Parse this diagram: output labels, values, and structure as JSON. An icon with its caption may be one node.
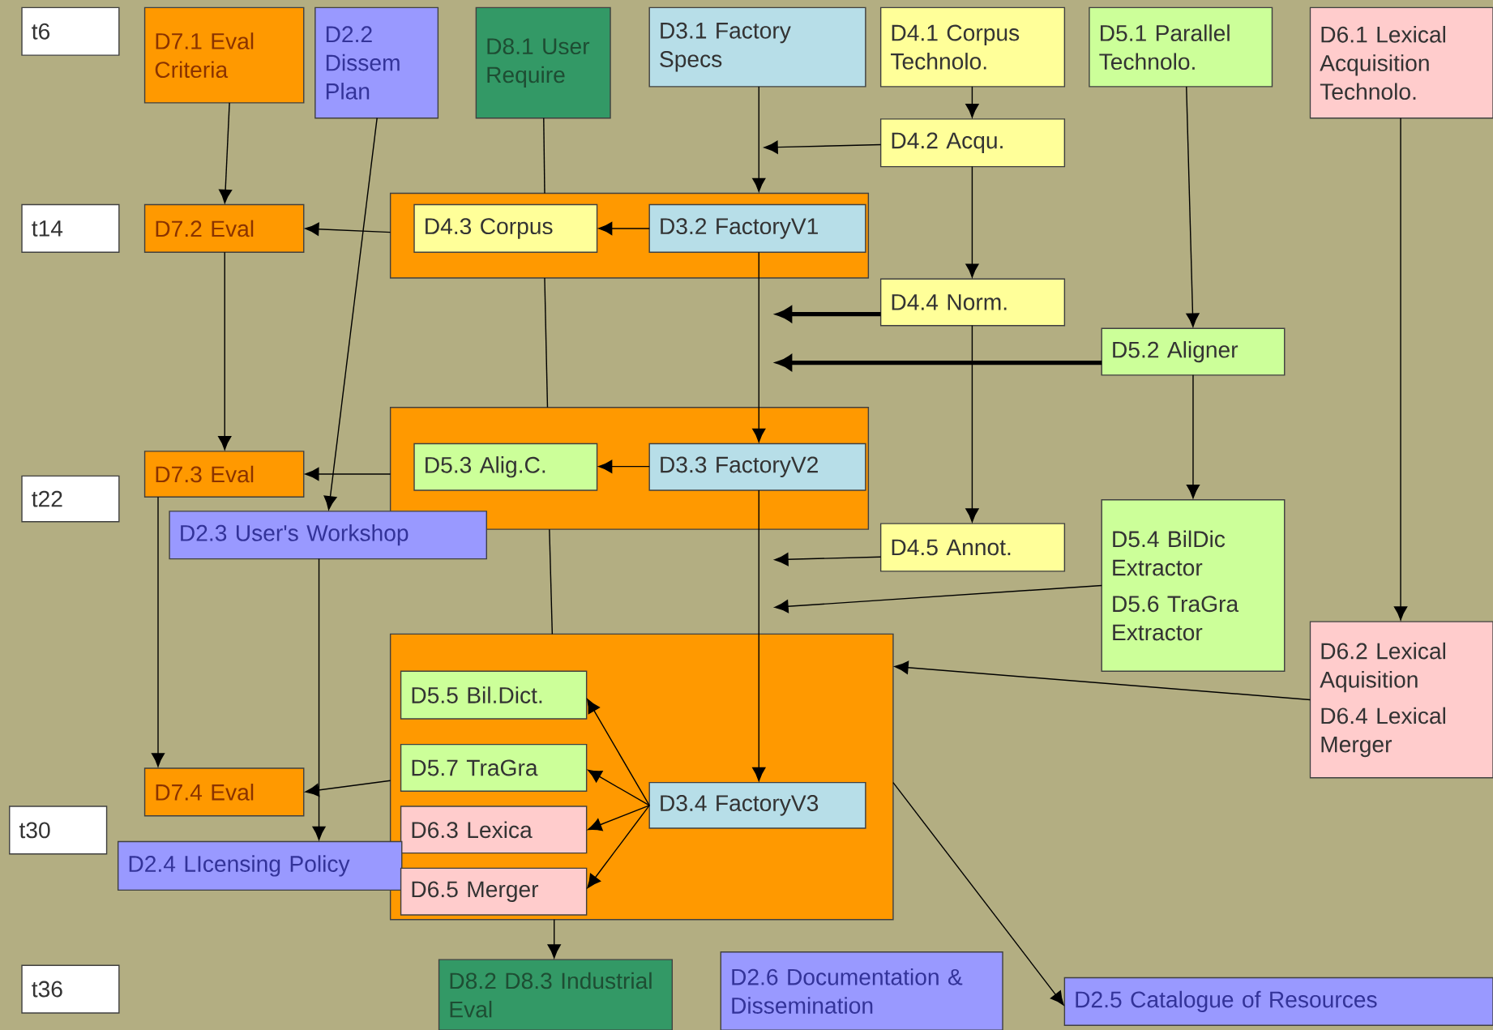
{
  "diagram": {
    "nodes": [
      {
        "text": [
          "t6"
        ]
      },
      {
        "text": [
          "D7.1 Eval Criteria"
        ]
      },
      {
        "text": [
          "D2.2 Dissem Plan"
        ]
      },
      {
        "text": [
          "D8.1 User Require"
        ]
      },
      {
        "text": [
          "D3.1 Factory Specs"
        ]
      },
      {
        "text": [
          "D4.1 Corpus Technolo."
        ]
      },
      {
        "text": [
          "D5.1 Parallel Technolo."
        ]
      },
      {
        "text": [
          "D6.1 Lexical Acquisition Technolo."
        ]
      },
      {
        "text": [
          "D4.2 Acqu."
        ]
      },
      {
        "text": [
          "t14"
        ]
      },
      {
        "text": [
          "D7.2 Eval"
        ]
      },
      {
        "text": [],
        "shape": "box"
      },
      {
        "text": [
          "D4.3 Corpus"
        ],
        "in": 11
      },
      {
        "text": [
          "D3.2 FactoryV1"
        ],
        "in": 11
      },
      {
        "text": [
          "D4.4 Norm."
        ]
      },
      {
        "text": [
          "D5.2 Aligner"
        ]
      },
      {
        "text": [
          "D7.3 Eval"
        ]
      },
      {
        "text": [],
        "shape": "box"
      },
      {
        "text": [
          "D5.3 Alig.C."
        ],
        "in": 17
      },
      {
        "text": [
          "D3.3 FactoryV2"
        ],
        "in": 17
      },
      {
        "text": [
          "t22"
        ]
      },
      {
        "text": [
          "D2.3 User's Workshop"
        ]
      },
      {
        "text": [
          "D4.5 Annot."
        ]
      },
      {
        "text": [
          "D5.4 BilDic Extractor",
          "D5.6 TraGra Extractor"
        ]
      },
      {
        "text": [
          "D6.2 Lexical Aquisition",
          "D6.4 Lexical Merger"
        ]
      },
      {
        "text": [],
        "shape": "box"
      },
      {
        "text": [
          "D5.5 Bil.Dict."
        ],
        "in": 25
      },
      {
        "text": [
          "D5.7 TraGra"
        ],
        "in": 25
      },
      {
        "text": [
          "D7.4 Eval"
        ]
      },
      {
        "text": [
          "D3.4 FactoryV3"
        ],
        "in": 25
      },
      {
        "text": [
          "t30"
        ]
      },
      {
        "text": [
          "D6.3 Lexica"
        ],
        "in": 25
      },
      {
        "text": [
          "D2.4 LIcensing Policy"
        ]
      },
      {
        "text": [
          "D6.5 Merger"
        ],
        "in": 25
      },
      {
        "text": [
          "t36"
        ]
      },
      {
        "text": [
          "D8.2 D8.3 Industrial Eval"
        ]
      },
      {
        "text": [
          "D2.6 Documentation & Dissemination"
        ]
      },
      {
        "text": [
          "D2.5 Catalogue of Resources"
        ]
      }
    ],
    "edges": [
      {
        "from": 4,
        "to": 11,
        "arrow": "to"
      },
      {
        "from": 8,
        "to": null,
        "arrow": "to"
      },
      {
        "from": 5,
        "to": 8,
        "arrow": "to"
      },
      {
        "from": 8,
        "to": 14,
        "arrow": "to"
      },
      {
        "from": 1,
        "to": 10,
        "arrow": "to"
      },
      {
        "from": 11,
        "to": 10,
        "arrow": "to"
      },
      {
        "from": 13,
        "to": 12,
        "arrow": "to"
      },
      {
        "from": 3,
        "to": 11,
        "arrow": "none"
      },
      {
        "from": 13,
        "to": 19,
        "arrow": "to"
      },
      {
        "from": 14,
        "to": null,
        "arrow": "to",
        "style": "thick"
      },
      {
        "from": 15,
        "to": null,
        "arrow": "to",
        "style": "thick"
      },
      {
        "from": 6,
        "to": 15,
        "arrow": "to"
      },
      {
        "from": 7,
        "to": 24,
        "arrow": "to"
      },
      {
        "from": 10,
        "to": 16,
        "arrow": "to"
      },
      {
        "from": 2,
        "to": 21,
        "arrow": "to"
      },
      {
        "from": 17,
        "to": 16,
        "arrow": "to"
      },
      {
        "from": 19,
        "to": 18,
        "arrow": "to"
      },
      {
        "from": 11,
        "to": 17,
        "arrow": "none"
      },
      {
        "from": 14,
        "to": 22,
        "arrow": "to"
      },
      {
        "from": 15,
        "to": 23,
        "arrow": "to"
      },
      {
        "from": 22,
        "to": null,
        "arrow": "to"
      },
      {
        "from": 23,
        "to": null,
        "arrow": "to"
      },
      {
        "from": 24,
        "to": 25,
        "arrow": "to"
      },
      {
        "from": 17,
        "to": 25,
        "arrow": "none"
      },
      {
        "from": 19,
        "to": 29,
        "arrow": "to"
      },
      {
        "from": 16,
        "to": 28,
        "arrow": "to"
      },
      {
        "from": 25,
        "to": 28,
        "arrow": "to"
      },
      {
        "from": 21,
        "to": 32,
        "arrow": "to"
      },
      {
        "from": 29,
        "to": 26,
        "arrow": "to"
      },
      {
        "from": 29,
        "to": 27,
        "arrow": "to"
      },
      {
        "from": 29,
        "to": 31,
        "arrow": "to"
      },
      {
        "from": 29,
        "to": 33,
        "arrow": "to"
      },
      {
        "from": 25,
        "to": 35,
        "arrow": "to"
      },
      {
        "from": 25,
        "to": 37,
        "arrow": "to"
      }
    ]
  }
}
